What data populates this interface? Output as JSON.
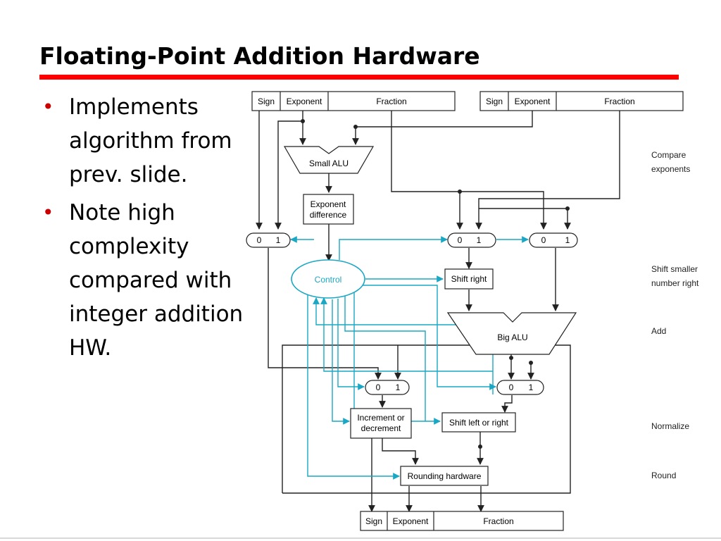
{
  "slide": {
    "title": "Floating-Point Addition Hardware",
    "bullets": [
      "Implements algorithm from prev. slide.",
      "Note high complexity compared with integer addition HW."
    ]
  },
  "diagram": {
    "register_fields": [
      "Sign",
      "Exponent",
      "Fraction"
    ],
    "small_alu": "Small ALU",
    "exponent_difference": [
      "Exponent",
      "difference"
    ],
    "control": "Control",
    "shift_right": "Shift right",
    "big_alu": "Big ALU",
    "increment_decrement": [
      "Increment or",
      "decrement"
    ],
    "shift_left_right": "Shift left or right",
    "rounding_hardware": "Rounding hardware",
    "mux_inputs": [
      "0",
      "1"
    ],
    "steps": {
      "compare": [
        "Compare",
        "exponents"
      ],
      "shift": [
        "Shift smaller",
        "number right"
      ],
      "add": "Add",
      "normalize": "Normalize",
      "round": "Round"
    },
    "colors": {
      "wire": "#222222",
      "control_wire": "#1aa7c4",
      "title_rule": "#ff0000"
    }
  }
}
